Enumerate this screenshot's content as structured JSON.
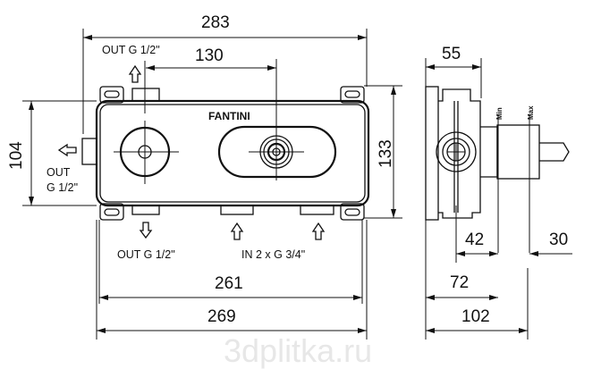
{
  "brand": "FANTINI",
  "dimensions": {
    "overall_width": "283",
    "outlet_spacing": "130",
    "body_height": "104",
    "total_height": "133",
    "width_261": "261",
    "width_269": "269",
    "depth_55": "55",
    "depth_42": "42",
    "depth_30": "30",
    "depth_72": "72",
    "depth_102": "102"
  },
  "labels": {
    "out_top": "OUT G 1/2\"",
    "out_left_1": "OUT",
    "out_left_2": "G 1/2\"",
    "out_bottom": "OUT G 1/2\"",
    "in_bottom": "IN 2 x G 3/4\"",
    "min": "Min",
    "max": "Max"
  },
  "watermark": "3dplitka.ru"
}
